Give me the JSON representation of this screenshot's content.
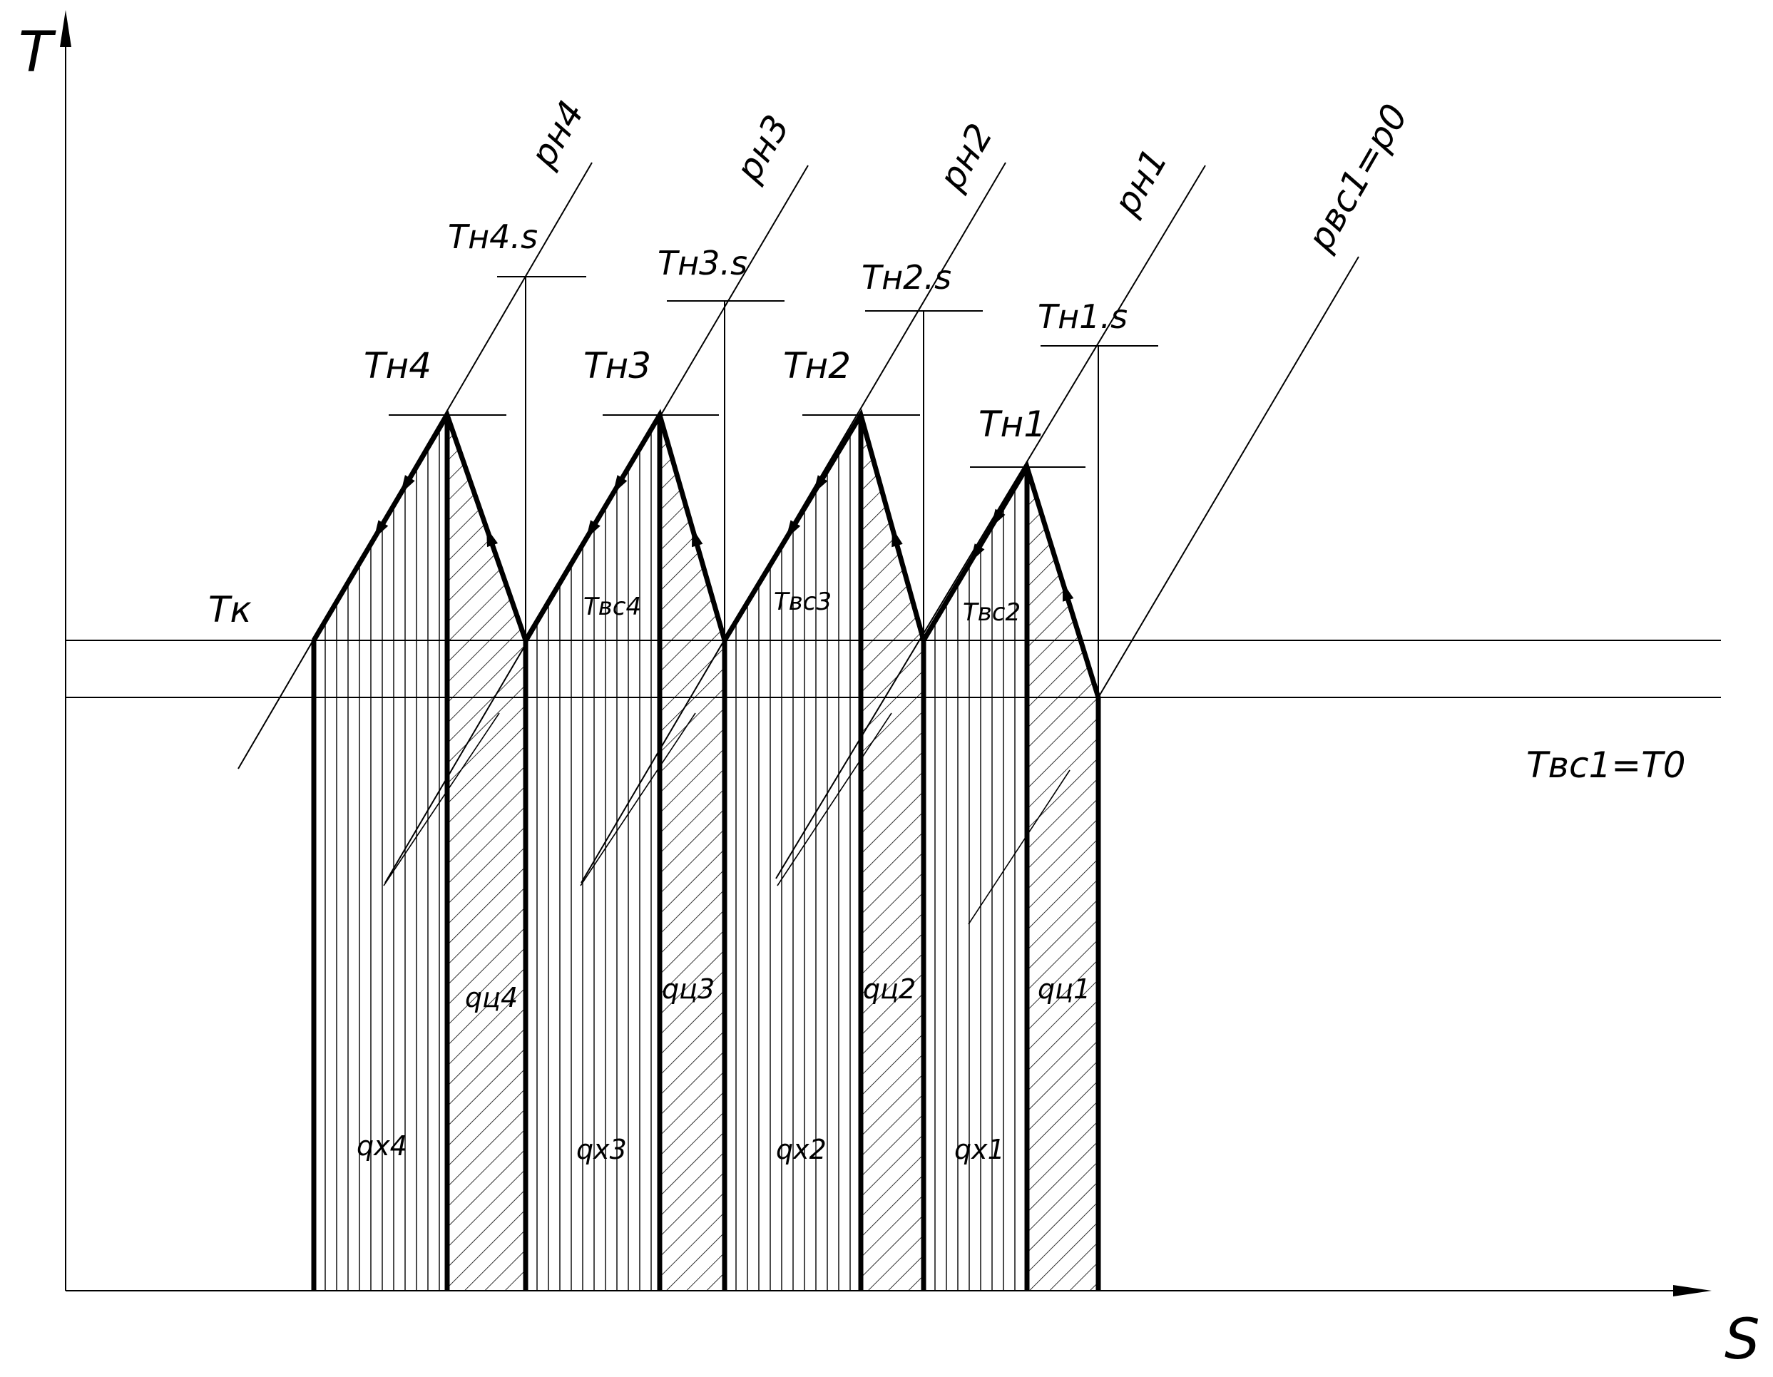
{
  "axes": {
    "y": "T",
    "x": "S"
  },
  "labels": {
    "Tk": "Tк",
    "Tbc1_T0": "Tвс1=T0",
    "pbc1_p0": "pвс1=p0",
    "pn1": "pн1",
    "pn2": "pн2",
    "pn3": "pн3",
    "pn4": "pн4",
    "Tn1s": "Tн1.s",
    "Tn2s": "Tн2.s",
    "Tn3s": "Tн3.s",
    "Tn4s": "Tн4.s",
    "Tn1": "Tн1",
    "Tn2": "Tн2",
    "Tn3": "Tн3",
    "Tn4": "Tн4",
    "Tbc2": "Tвс2",
    "Tbc3": "Tвс3",
    "Tbc4": "Tвс4",
    "qc1": "qц1",
    "qc2": "qц2",
    "qc3": "qц3",
    "qc4": "qц4",
    "qx1": "qх1",
    "qx2": "qх2",
    "qx3": "qх3",
    "qx4": "qх4"
  },
  "colors": {
    "line": "#000000",
    "background": "#ffffff"
  }
}
